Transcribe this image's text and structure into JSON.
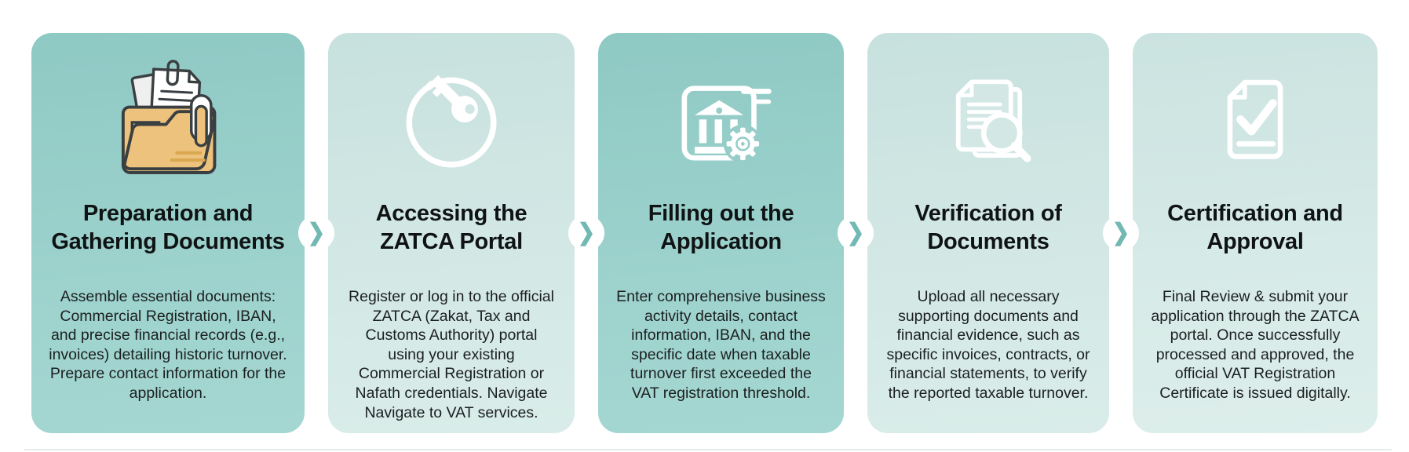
{
  "page": {
    "background": "#ffffff",
    "description": "Five-step VAT registration process infographic"
  },
  "colors": {
    "card_dark_teal": "#96cdc8",
    "card_light_teal": "#d0e6e3",
    "chevron_teal": "#72b8b3",
    "title_text": "#101314",
    "body_text": "#1b1f20",
    "icon_white": "#ffffff",
    "folder_tan": "#edc27c",
    "icon_outline": "#3a3f41"
  },
  "chevron_glyph": "❯",
  "cards": [
    {
      "step": 1,
      "tone": "dark",
      "icon": "folder-documents-icon",
      "title_line1": "Preparation and",
      "title_line2": "Gathering Documents",
      "body": "Assemble essential documents: Commercial Registration, IBAN, and precise financial records (e.g., invoices) detailing historic turnover. Prepare contact information for the application."
    },
    {
      "step": 2,
      "tone": "light",
      "icon": "key-icon",
      "title_line1": "Accessing the",
      "title_line2": "ZATCA Portal",
      "body": "Register or log in to the official ZATCA (Zakat, Tax and Customs Authority) portal using your existing Commercial Registration or Nafath credentials. Navigate Navigate to VAT services."
    },
    {
      "step": 3,
      "tone": "dark",
      "icon": "bank-gear-icon",
      "title_line1": "Filling out the",
      "title_line2": "Application",
      "body": "Enter comprehensive business activity details, contact information, IBAN, and the specific date when taxable turnover first exceeded the VAT registration threshold."
    },
    {
      "step": 4,
      "tone": "light",
      "icon": "document-search-icon",
      "title_line1": "Verification of",
      "title_line2": "Documents",
      "body": "Upload all necessary supporting documents and financial evidence, such as specific invoices, contracts, or financial statements, to verify the reported taxable turnover."
    },
    {
      "step": 5,
      "tone": "lighter",
      "icon": "document-check-icon",
      "title_line1": "Certification and",
      "title_line2": "Approval",
      "body": "Final Review & submit your application through the ZATCA portal. Once successfully processed and approved, the official VAT Registration Certificate is issued digitally."
    }
  ]
}
